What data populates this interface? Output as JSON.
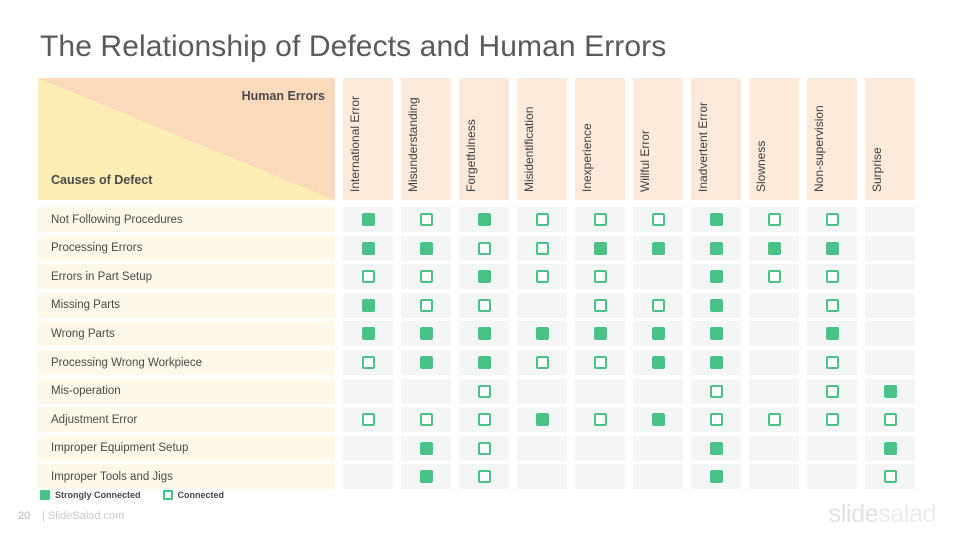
{
  "slide": {
    "title": "The Relationship of Defects and Human Errors",
    "page_number": "20",
    "site": "| SlideSalad.com",
    "brand_first": "slide",
    "brand_second": "salad"
  },
  "matrix": {
    "corner": {
      "column_axis_label": "Human Errors",
      "row_axis_label": "Causes of Defect"
    },
    "columns": [
      "International Error",
      "Misunderstanding",
      "Forgetfulness",
      "Misidentification",
      "Inexperience",
      "Willful Error",
      "Inadvertent Error",
      "Slowness",
      "Non-supervision",
      "Surprise"
    ],
    "rows": [
      "Not Following Procedures",
      "Processing Errors",
      "Errors in Part Setup",
      "Missing Parts",
      "Wrong Parts",
      "Processing Wrong Workpiece",
      "Mis-operation",
      "Adjustment Error",
      "Improper Equipment Setup",
      "Improper Tools and Jigs"
    ],
    "cells": [
      [
        "strong",
        "weak",
        "strong",
        "weak",
        "weak",
        "weak",
        "strong",
        "weak",
        "weak",
        "none"
      ],
      [
        "strong",
        "strong",
        "weak",
        "weak",
        "strong",
        "strong",
        "strong",
        "strong",
        "strong",
        "none"
      ],
      [
        "weak",
        "weak",
        "strong",
        "weak",
        "weak",
        "none",
        "strong",
        "weak",
        "weak",
        "none"
      ],
      [
        "strong",
        "weak",
        "weak",
        "none",
        "weak",
        "weak",
        "strong",
        "none",
        "weak",
        "none"
      ],
      [
        "strong",
        "strong",
        "strong",
        "strong",
        "strong",
        "strong",
        "strong",
        "none",
        "strong",
        "none"
      ],
      [
        "weak",
        "strong",
        "strong",
        "weak",
        "weak",
        "strong",
        "strong",
        "none",
        "weak",
        "none"
      ],
      [
        "none",
        "none",
        "weak",
        "none",
        "none",
        "none",
        "weak",
        "none",
        "weak",
        "strong"
      ],
      [
        "weak",
        "weak",
        "weak",
        "strong",
        "weak",
        "strong",
        "weak",
        "weak",
        "weak",
        "weak"
      ],
      [
        "none",
        "strong",
        "weak",
        "none",
        "none",
        "none",
        "strong",
        "none",
        "none",
        "strong"
      ],
      [
        "none",
        "strong",
        "weak",
        "none",
        "none",
        "none",
        "strong",
        "none",
        "none",
        "weak"
      ]
    ]
  },
  "legend": [
    {
      "type": "strong",
      "label": "Strongly Connected"
    },
    {
      "type": "weak",
      "label": "Connected"
    }
  ],
  "colors": {
    "green": "#48c287",
    "peach": "#fbd9bb",
    "yellow": "#fcedb4",
    "header_band": "#fdeadb",
    "row_label_bg": "#fdf8e8",
    "cell_bg": "#f4f5f5"
  }
}
